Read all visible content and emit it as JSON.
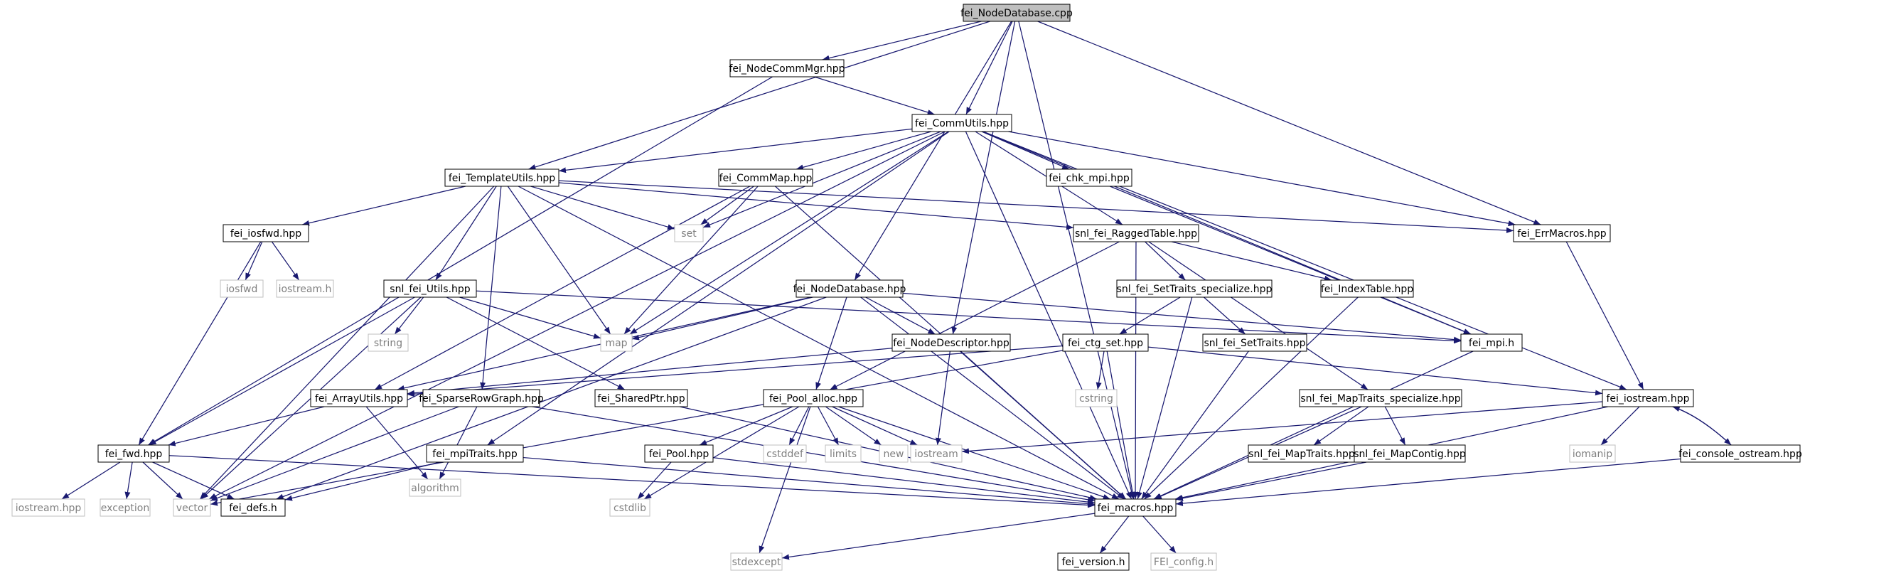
{
  "diagram": {
    "type": "include-dependency-graph",
    "colors": {
      "edge": "#191970",
      "root_fill": "#bfbfbf",
      "node_border": "#000000",
      "library_border": "#bfbfbf",
      "library_text": "#808080",
      "background": "#ffffff"
    },
    "nodes": [
      {
        "id": "root",
        "label": "fei_NodeDatabase.cpp",
        "kind": "root"
      },
      {
        "id": "nodecommmgr",
        "label": "fei_NodeCommMgr.hpp",
        "kind": "header"
      },
      {
        "id": "commutils",
        "label": "fei_CommUtils.hpp",
        "kind": "header"
      },
      {
        "id": "templateutils",
        "label": "fei_TemplateUtils.hpp",
        "kind": "header"
      },
      {
        "id": "commmap",
        "label": "fei_CommMap.hpp",
        "kind": "header"
      },
      {
        "id": "chkmpi",
        "label": "fei_chk_mpi.hpp",
        "kind": "header"
      },
      {
        "id": "errmacros",
        "label": "fei_ErrMacros.hpp",
        "kind": "header"
      },
      {
        "id": "iosfwd_hpp",
        "label": "fei_iosfwd.hpp",
        "kind": "header"
      },
      {
        "id": "set",
        "label": "set",
        "kind": "library"
      },
      {
        "id": "raggedtable",
        "label": "snl_fei_RaggedTable.hpp",
        "kind": "header"
      },
      {
        "id": "iosfwd",
        "label": "iosfwd",
        "kind": "library"
      },
      {
        "id": "iostream_h",
        "label": "iostream.h",
        "kind": "library"
      },
      {
        "id": "snlutils",
        "label": "snl_fei_Utils.hpp",
        "kind": "header"
      },
      {
        "id": "nodedb",
        "label": "fei_NodeDatabase.hpp",
        "kind": "header"
      },
      {
        "id": "settraits_spec",
        "label": "snl_fei_SetTraits_specialize.hpp",
        "kind": "header"
      },
      {
        "id": "indextable",
        "label": "fei_IndexTable.hpp",
        "kind": "header"
      },
      {
        "id": "string",
        "label": "string",
        "kind": "library"
      },
      {
        "id": "map",
        "label": "map",
        "kind": "library"
      },
      {
        "id": "nodedesc",
        "label": "fei_NodeDescriptor.hpp",
        "kind": "header"
      },
      {
        "id": "ctgset",
        "label": "fei_ctg_set.hpp",
        "kind": "header"
      },
      {
        "id": "settraits",
        "label": "snl_fei_SetTraits.hpp",
        "kind": "header"
      },
      {
        "id": "mpih",
        "label": "fei_mpi.h",
        "kind": "header"
      },
      {
        "id": "arrayutils",
        "label": "fei_ArrayUtils.hpp",
        "kind": "header"
      },
      {
        "id": "sparserow",
        "label": "fei_SparseRowGraph.hpp",
        "kind": "header"
      },
      {
        "id": "sharedptr",
        "label": "fei_SharedPtr.hpp",
        "kind": "header"
      },
      {
        "id": "poolalloc",
        "label": "fei_Pool_alloc.hpp",
        "kind": "header"
      },
      {
        "id": "cstring",
        "label": "cstring",
        "kind": "library"
      },
      {
        "id": "maptraits_spec",
        "label": "snl_fei_MapTraits_specialize.hpp",
        "kind": "header"
      },
      {
        "id": "iostream_hpp",
        "label": "fei_iostream.hpp",
        "kind": "header"
      },
      {
        "id": "fwd",
        "label": "fei_fwd.hpp",
        "kind": "header"
      },
      {
        "id": "algorithm",
        "label": "algorithm",
        "kind": "library"
      },
      {
        "id": "mpitraits",
        "label": "fei_mpiTraits.hpp",
        "kind": "header"
      },
      {
        "id": "pool",
        "label": "fei_Pool.hpp",
        "kind": "header"
      },
      {
        "id": "cstddef",
        "label": "cstddef",
        "kind": "library"
      },
      {
        "id": "limits",
        "label": "limits",
        "kind": "library"
      },
      {
        "id": "new",
        "label": "new",
        "kind": "library"
      },
      {
        "id": "iostream",
        "label": "iostream",
        "kind": "library"
      },
      {
        "id": "maptraits",
        "label": "snl_fei_MapTraits.hpp",
        "kind": "header"
      },
      {
        "id": "mapcontig",
        "label": "snl_fei_MapContig.hpp",
        "kind": "header"
      },
      {
        "id": "iomanip",
        "label": "iomanip",
        "kind": "library"
      },
      {
        "id": "consoleostream",
        "label": "fei_console_ostream.hpp",
        "kind": "header"
      },
      {
        "id": "iostream_lib_hpp",
        "label": "iostream.hpp",
        "kind": "library"
      },
      {
        "id": "exception",
        "label": "exception",
        "kind": "library"
      },
      {
        "id": "vector",
        "label": "vector",
        "kind": "library"
      },
      {
        "id": "defs",
        "label": "fei_defs.h",
        "kind": "header"
      },
      {
        "id": "cstdlib",
        "label": "cstdlib",
        "kind": "library"
      },
      {
        "id": "macros",
        "label": "fei_macros.hpp",
        "kind": "header"
      },
      {
        "id": "stdexcept",
        "label": "stdexcept",
        "kind": "library"
      },
      {
        "id": "version",
        "label": "fei_version.h",
        "kind": "header"
      },
      {
        "id": "feiconfig",
        "label": "FEI_config.h",
        "kind": "library"
      }
    ],
    "edges": [
      [
        "root",
        "nodecommmgr"
      ],
      [
        "root",
        "commutils"
      ],
      [
        "root",
        "templateutils"
      ],
      [
        "root",
        "nodedb"
      ],
      [
        "root",
        "nodedesc"
      ],
      [
        "root",
        "errmacros"
      ],
      [
        "root",
        "macros"
      ],
      [
        "nodecommmgr",
        "fwd"
      ],
      [
        "nodecommmgr",
        "commutils"
      ],
      [
        "commutils",
        "templateutils"
      ],
      [
        "commutils",
        "commmap"
      ],
      [
        "commutils",
        "chkmpi"
      ],
      [
        "commutils",
        "set"
      ],
      [
        "commutils",
        "map"
      ],
      [
        "commutils",
        "vector"
      ],
      [
        "commutils",
        "raggedtable"
      ],
      [
        "commutils",
        "errmacros"
      ],
      [
        "commutils",
        "mpih"
      ],
      [
        "commutils",
        "iostream_hpp"
      ],
      [
        "commutils",
        "macros"
      ],
      [
        "commutils",
        "mpitraits"
      ],
      [
        "templateutils",
        "iosfwd_hpp"
      ],
      [
        "templateutils",
        "set"
      ],
      [
        "templateutils",
        "raggedtable"
      ],
      [
        "templateutils",
        "snlutils"
      ],
      [
        "templateutils",
        "map"
      ],
      [
        "templateutils",
        "sparserow"
      ],
      [
        "templateutils",
        "vector"
      ],
      [
        "templateutils",
        "errmacros"
      ],
      [
        "templateutils",
        "macros"
      ],
      [
        "commmap",
        "set"
      ],
      [
        "commmap",
        "map"
      ],
      [
        "commmap",
        "arrayutils"
      ],
      [
        "commmap",
        "macros"
      ],
      [
        "chkmpi",
        "mpih"
      ],
      [
        "errmacros",
        "iostream_hpp"
      ],
      [
        "iosfwd_hpp",
        "iosfwd"
      ],
      [
        "iosfwd_hpp",
        "iostream_h"
      ],
      [
        "iosfwd_hpp",
        "fwd"
      ],
      [
        "raggedtable",
        "settraits_spec"
      ],
      [
        "raggedtable",
        "indextable"
      ],
      [
        "raggedtable",
        "maptraits_spec"
      ],
      [
        "raggedtable",
        "poolalloc"
      ],
      [
        "raggedtable",
        "macros"
      ],
      [
        "snlutils",
        "string"
      ],
      [
        "snlutils",
        "map"
      ],
      [
        "snlutils",
        "fwd"
      ],
      [
        "snlutils",
        "vector"
      ],
      [
        "snlutils",
        "sharedptr"
      ],
      [
        "snlutils",
        "mpih"
      ],
      [
        "nodedb",
        "map"
      ],
      [
        "nodedb",
        "nodedesc"
      ],
      [
        "nodedb",
        "mpih"
      ],
      [
        "nodedb",
        "poolalloc"
      ],
      [
        "nodedb",
        "arrayutils"
      ],
      [
        "nodedb",
        "defs"
      ],
      [
        "nodedb",
        "macros"
      ],
      [
        "settraits_spec",
        "ctgset"
      ],
      [
        "settraits_spec",
        "settraits"
      ],
      [
        "settraits_spec",
        "macros"
      ],
      [
        "indextable",
        "macros"
      ],
      [
        "nodedesc",
        "arrayutils"
      ],
      [
        "nodedesc",
        "iostream"
      ],
      [
        "nodedesc",
        "macros"
      ],
      [
        "ctgset",
        "arrayutils"
      ],
      [
        "ctgset",
        "cstring"
      ],
      [
        "ctgset",
        "iostream_hpp"
      ],
      [
        "ctgset",
        "vector"
      ],
      [
        "ctgset",
        "macros"
      ],
      [
        "settraits",
        "macros"
      ],
      [
        "mpih",
        "macros"
      ],
      [
        "arrayutils",
        "fwd"
      ],
      [
        "arrayutils",
        "algorithm"
      ],
      [
        "sparserow",
        "algorithm"
      ],
      [
        "sparserow",
        "vector"
      ],
      [
        "sparserow",
        "macros"
      ],
      [
        "sharedptr",
        "macros"
      ],
      [
        "poolalloc",
        "pool"
      ],
      [
        "poolalloc",
        "cstddef"
      ],
      [
        "poolalloc",
        "limits"
      ],
      [
        "poolalloc",
        "new"
      ],
      [
        "poolalloc",
        "iostream"
      ],
      [
        "poolalloc",
        "cstdlib"
      ],
      [
        "poolalloc",
        "stdexcept"
      ],
      [
        "poolalloc",
        "macros"
      ],
      [
        "maptraits_spec",
        "maptraits"
      ],
      [
        "maptraits_spec",
        "mapcontig"
      ],
      [
        "maptraits_spec",
        "macros"
      ],
      [
        "iostream_hpp",
        "iostream"
      ],
      [
        "iostream_hpp",
        "iomanip"
      ],
      [
        "iostream_hpp",
        "consoleostream"
      ],
      [
        "iostream_hpp",
        "macros"
      ],
      [
        "consoleostream",
        "iostream_hpp"
      ],
      [
        "consoleostream",
        "macros"
      ],
      [
        "mapcontig",
        "macros"
      ],
      [
        "fwd",
        "iostream_lib_hpp"
      ],
      [
        "fwd",
        "exception"
      ],
      [
        "fwd",
        "vector"
      ],
      [
        "fwd",
        "defs"
      ],
      [
        "fwd",
        "macros"
      ],
      [
        "mpitraits",
        "defs"
      ],
      [
        "mpitraits",
        "macros"
      ],
      [
        "pool",
        "cstdlib"
      ],
      [
        "pool",
        "macros"
      ],
      [
        "macros",
        "stdexcept"
      ],
      [
        "macros",
        "version"
      ],
      [
        "macros",
        "feiconfig"
      ]
    ]
  }
}
